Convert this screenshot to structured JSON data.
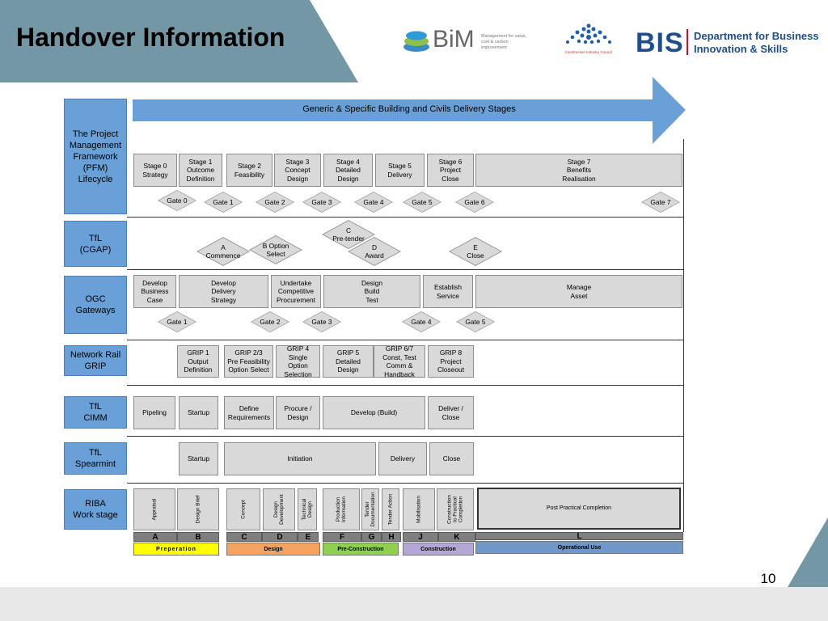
{
  "header": {
    "title": "Handover Information",
    "page_number": "10"
  },
  "logos": {
    "bim": {
      "name": "BiM",
      "tagline": "Management for value, cost & carbon improvement"
    },
    "cic": {
      "name": "Construction Industry Council"
    },
    "bis": {
      "name": "BIS",
      "line1": "Department for Business",
      "line2": "Innovation & Skills"
    }
  },
  "arrow": {
    "label": "Generic & Specific Building and Civils Delivery Stages"
  },
  "colors": {
    "label_blue": "#6aa0d8",
    "arrow_blue": "#6aa0d8",
    "title_band": "#7397a4",
    "box_grey": "#d9d9d9",
    "preparation": "#ffff00",
    "design": "#f4a460",
    "pre_construction": "#8fd14f",
    "construction": "#b4a7d6",
    "operational": "#6f97c9"
  },
  "rows": {
    "pfm": {
      "label": "The Project Management Framework (PFM) Lifecycle",
      "stages": [
        "Stage 0\nStrategy",
        "Stage 1\nOutcome\nDefinition",
        "Stage 2\nFeasibility",
        "Stage 3\nConcept\nDesign",
        "Stage 4\nDetailed\nDesign",
        "Stage 5\nDelivery",
        "Stage 6\nProject\nClose",
        "Stage 7\nBenefits\nRealisation"
      ],
      "gates": [
        "Gate 0",
        "Gate 1",
        "Gate 2",
        "Gate 3",
        "Gate 4",
        "Gate 5",
        "Gate 6",
        "Gate 7"
      ]
    },
    "cgap": {
      "label": "TfL\n(CGAP)",
      "gates": [
        "A\nCommence",
        "B Option\nSelect",
        "C\nPre-tender",
        "D\nAward",
        "E\nClose"
      ]
    },
    "ogc": {
      "label": "OGC\nGateways",
      "stages": [
        "Develop\nBusiness\nCase",
        "Develop\nDelivery\nStrategy",
        "Undertake\nCompetitive\nProcurement",
        "Design\nBuild\nTest",
        "Establish\nService",
        "Manage\nAsset"
      ],
      "gates": [
        "Gate 1",
        "Gate 2",
        "Gate 3",
        "Gate 4",
        "Gate 5"
      ]
    },
    "grip": {
      "label": "Network Rail\nGRIP",
      "stages": [
        "GRIP 1\nOutput\nDefinition",
        "GRIP 2/3\nPre Feasibility\nOption Select",
        "GRIP 4\nSingle\nOption\nSelection",
        "GRIP 5\nDetailed\nDesign",
        "GRIP 6/7\nConst, Test\nComm &\nHandback",
        "GRIP 8\nProject\nCloseout"
      ]
    },
    "cimm": {
      "label": "TfL\nCIMM",
      "stages": [
        "Pipeling",
        "Startup",
        "Define\nRequirements",
        "Procure /\nDesign",
        "Develop (Build)",
        "Deliver /\nClose"
      ]
    },
    "spearmint": {
      "label": "TfL\nSpearmint",
      "stages": [
        "Startup",
        "Initiation",
        "Delivery",
        "Close"
      ]
    },
    "riba": {
      "label": "RIBA\nWork stage",
      "stages": [
        "Appraisal",
        "Design Brief",
        "Concept",
        "Design\nDevelopment",
        "Technical\nDesign",
        "Production\nInformation",
        "Tender\nDocumentation",
        "Tender Action",
        "Mobilisation",
        "Construction\nto Practical\nCompletion",
        "Post Practical Completion"
      ],
      "letters": [
        "A",
        "B",
        "C",
        "D",
        "E",
        "F",
        "G",
        "H",
        "J",
        "K",
        "L"
      ],
      "phases": [
        "Preperation",
        "Design",
        "Pre-Construction",
        "Construction",
        "Operational Use"
      ]
    }
  }
}
